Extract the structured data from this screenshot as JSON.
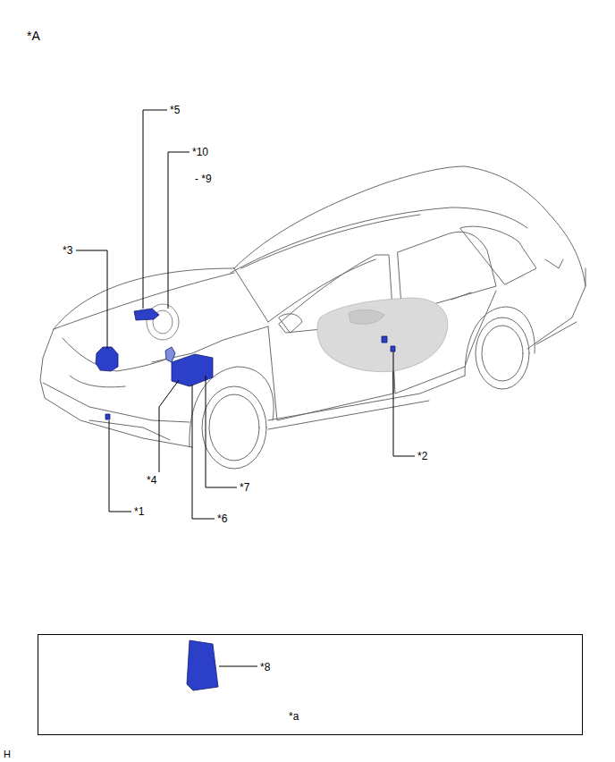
{
  "diagram": {
    "nodes": [
      {
        "text": [
          "*8",
          "*a"
        ]
      }
    ],
    "labels": [
      "*A",
      "*5",
      "*10",
      "- *9",
      "*3",
      "*4",
      "*7",
      "*6",
      "*1",
      "*2",
      "H"
    ]
  }
}
